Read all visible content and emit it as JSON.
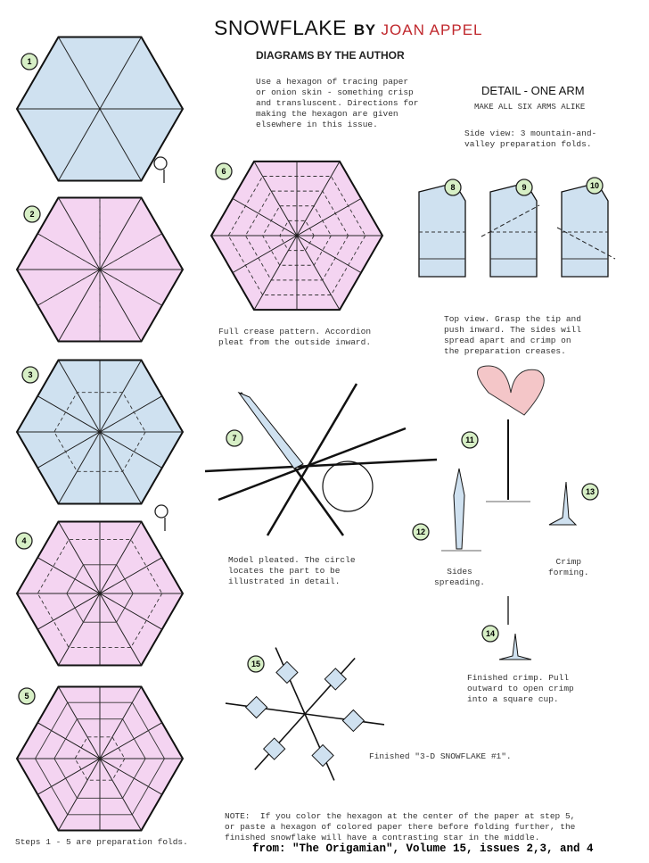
{
  "header": {
    "title": "SNOWFLAKE",
    "by": "BY",
    "author": "JOAN APPEL",
    "subtitle": "DIAGRAMS BY THE AUTHOR"
  },
  "intro": "Use a hexagon of tracing paper\nor onion skin - something crisp\nand transluscent. Directions for\nmaking the hexagon are given\nelsewhere in this issue.",
  "detail": {
    "heading": "DETAIL - ONE ARM",
    "subheading": "MAKE ALL SIX ARMS ALIKE",
    "side_view": "Side view: 3 mountain-and-\nvalley preparation folds.",
    "top_view": "Top view. Grasp the tip and\npush inward. The sides will\nspread apart and crimp on\nthe preparation creases."
  },
  "steps": {
    "s1": "1",
    "s2": "2",
    "s3": "3",
    "s4": "4",
    "s5": "5",
    "s6": "6",
    "s7": "7",
    "s8": "8",
    "s9": "9",
    "s10": "10",
    "s11": "11",
    "s12": "12",
    "s13": "13",
    "s14": "14",
    "s15": "15"
  },
  "captions": {
    "step6": "Full crease pattern. Accordion\npleat from the outside inward.",
    "step7": "Model pleated. The circle\nlocates the part to be\nillustrated in detail.",
    "step12": "Sides\nspreading.",
    "step13": "Crimp\nforming.",
    "step14": "Finished crimp. Pull\noutward to open crimp\ninto a square cup.",
    "step15": "Finished \"3-D SNOWFLAKE #1\".",
    "prep": "Steps 1 - 5 are preparation folds.",
    "note": "NOTE:  If you color the hexagon at the center of the paper at step 5,\nor paste a hexagon of colored paper there before folding further, the\nfinished snowflake will have a contrasting star in the middle."
  },
  "footer": "from: \"The Origamian\", Volume 15, issues 2,3, and 4",
  "colors": {
    "blue": "#cfe1f0",
    "pink": "#f4d4f1",
    "badge": "#d7efc6",
    "accent": "#c0282d"
  }
}
